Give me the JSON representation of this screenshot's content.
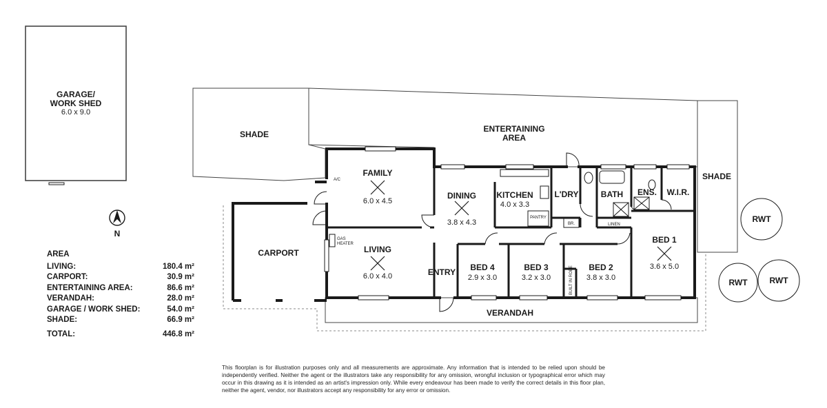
{
  "rooms": {
    "garage": {
      "name": "GARAGE/",
      "name2": "WORK SHED",
      "dims": "6.0 x 9.0"
    },
    "shade_left": {
      "name": "SHADE"
    },
    "entertaining": {
      "name": "ENTERTAINING",
      "name2": "AREA"
    },
    "shade_right": {
      "name": "SHADE"
    },
    "family": {
      "name": "FAMILY",
      "dims": "6.0 x 4.5"
    },
    "living": {
      "name": "LIVING",
      "dims": "6.0 x 4.0"
    },
    "carport": {
      "name": "CARPORT"
    },
    "dining": {
      "name": "DINING",
      "dims": "3.8 x 4.3"
    },
    "kitchen": {
      "name": "KITCHEN",
      "dims": "4.0 x 3.3"
    },
    "laundry": {
      "name": "L'DRY"
    },
    "bath": {
      "name": "BATH"
    },
    "ensuite": {
      "name": "ENS."
    },
    "wir": {
      "name": "W.I.R."
    },
    "bed1": {
      "name": "BED 1",
      "dims": "3.6 x 5.0"
    },
    "bed2": {
      "name": "BED 2",
      "dims": "3.8 x 3.0"
    },
    "bed3": {
      "name": "BED 3",
      "dims": "3.2 x 3.0"
    },
    "bed4": {
      "name": "BED 4",
      "dims": "2.9 x 3.0"
    },
    "entry": {
      "name": "ENTRY"
    },
    "verandah": {
      "name": "VERANDAH"
    }
  },
  "fixtures": {
    "ac": "A/C",
    "gas_heater_1": "GAS",
    "gas_heater_2": "HEATER",
    "pantry": "PANTRY",
    "broom": "BR.",
    "linen": "LINEN",
    "built_in_robe": "BUILT IN ROBE"
  },
  "tanks": [
    "RWT",
    "RWT",
    "RWT"
  ],
  "compass": {
    "label": "N"
  },
  "area": {
    "title": "AREA",
    "rows": [
      {
        "label": "LIVING:",
        "value": "180.4 m²"
      },
      {
        "label": "CARPORT:",
        "value": "30.9 m²"
      },
      {
        "label": "ENTERTAINING AREA:",
        "value": "86.6 m²"
      },
      {
        "label": "VERANDAH:",
        "value": "28.0 m²"
      },
      {
        "label": "GARAGE / WORK SHED:",
        "value": "54.0 m²"
      },
      {
        "label": "SHADE:",
        "value": "66.9 m²"
      }
    ],
    "total_label": "TOTAL:",
    "total_value": "446.8 m²"
  },
  "disclaimer": "This floorplan is for illustration purposes only and all measurements are approximate. Any information that is intended to be relied upon should be independently verified. Neither the agent or the illustrators take any responsibility for any omission, wrongful inclusion or typographical error which may occur in this drawing as it is intended as an artist's impression only. While every endeavour has been made to verify the correct details in this floor plan, neither the agent, vendor, nor illustrators accept any responsibility for any error or omission.",
  "colors": {
    "wall": "#1a1a1a",
    "outline": "#444444",
    "dash": "#888888",
    "background": "#ffffff"
  }
}
